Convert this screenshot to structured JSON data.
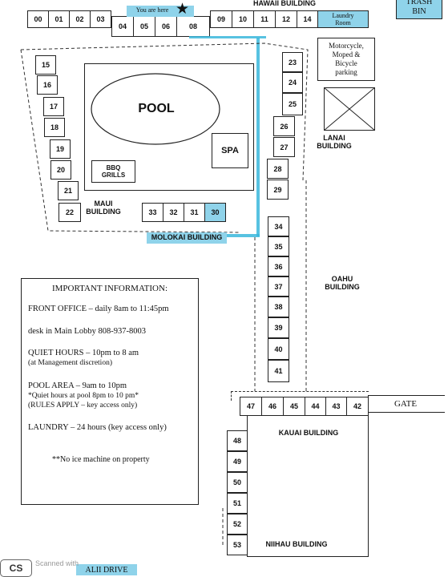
{
  "top_right_bin": {
    "line1": "TRASH",
    "line2": "BIN"
  },
  "hawaii_building": {
    "name": "HAWAII BUILDING",
    "units_left": [
      "00",
      "01",
      "02",
      "03"
    ],
    "units_middle": [
      "04",
      "05",
      "06",
      "08"
    ],
    "units_right": [
      "09",
      "10",
      "11",
      "12",
      "14"
    ],
    "you_are_here": "You are here",
    "laundry": "Laundry Room"
  },
  "maui_building": {
    "name": "MAUI BUILDING",
    "units": [
      "15",
      "16",
      "17",
      "18",
      "19",
      "20",
      "21",
      "22"
    ]
  },
  "pool": {
    "label": "POOL"
  },
  "spa": {
    "label": "SPA"
  },
  "bbq": {
    "label": "BBQ GRILLS"
  },
  "molokai_building": {
    "name": "MOLOKAI BUILDING",
    "units": [
      "33",
      "32",
      "31",
      "30"
    ],
    "highlight": "30"
  },
  "lanai_building": {
    "name": "LANAI BUILDING",
    "units": [
      "23",
      "24",
      "25",
      "26",
      "27",
      "28",
      "29"
    ]
  },
  "parking": {
    "label": "Motorcycle, Moped & Bicycle parking"
  },
  "oahu_building": {
    "name": "OAHU BUILDING",
    "units": [
      "34",
      "35",
      "36",
      "37",
      "38",
      "39",
      "40",
      "41"
    ]
  },
  "info": {
    "title": "IMPORTANT INFORMATION:",
    "front_office": "FRONT OFFICE – daily 8am to 11:45pm",
    "desk": "desk in Main Lobby 808-937-8003",
    "quiet1": "QUIET HOURS – 10pm to 8 am",
    "quiet2": "(at Management discretion)",
    "pool1": "POOL AREA – 9am to 10pm",
    "pool2": "*Quiet hours at pool  8pm to 10 pm*",
    "pool3": "(RULES APPLY – key access only)",
    "laundry": "LAUNDRY – 24 hours (key access only)",
    "ice": "**No ice machine on property"
  },
  "kauai_building": {
    "name": "KAUAI BUILDING",
    "units": [
      "47",
      "46",
      "45",
      "44",
      "43",
      "42"
    ]
  },
  "gate": {
    "label": "GATE"
  },
  "niihau_building": {
    "name": "NIIHAU BUILDING",
    "units": [
      "48",
      "49",
      "50",
      "51",
      "52",
      "53"
    ]
  },
  "street": {
    "label": "ALII DRIVE"
  },
  "scanner": {
    "logo": "CS",
    "text": "Scanned with"
  }
}
